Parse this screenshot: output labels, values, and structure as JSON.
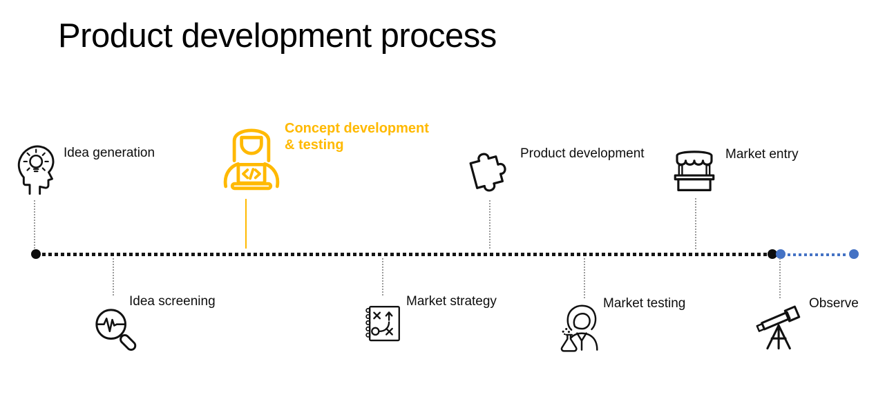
{
  "title": "Product development process",
  "colors": {
    "highlight_yellow": "#FFB900",
    "future_blue": "#4472C4",
    "timeline_black": "#141414",
    "connector_gray": "#9A9A9A"
  },
  "timeline": {
    "past_style": "black dotted",
    "future_style": "blue dotted"
  },
  "milestones": [
    {
      "label": "Idea generation",
      "icon": "head-lightbulb-icon",
      "position": "above timeline",
      "highlighted": false
    },
    {
      "label": "Idea screening",
      "icon": "magnifier-pulse-icon",
      "position": "below timeline",
      "highlighted": false
    },
    {
      "label": "Concept development\n& testing",
      "icon": "developer-laptop-icon",
      "position": "above timeline",
      "highlighted": true
    },
    {
      "label": "Market strategy",
      "icon": "strategy-notebook-icon",
      "position": "below timeline",
      "highlighted": false
    },
    {
      "label": "Product development",
      "icon": "puzzle-piece-icon",
      "position": "above timeline",
      "highlighted": false
    },
    {
      "label": "Market testing",
      "icon": "scientist-flask-icon",
      "position": "below timeline",
      "highlighted": false
    },
    {
      "label": "Market entry",
      "icon": "market-stall-icon",
      "position": "above timeline",
      "highlighted": false
    },
    {
      "label": "Observe",
      "icon": "telescope-icon",
      "position": "below timeline",
      "highlighted": false
    }
  ]
}
